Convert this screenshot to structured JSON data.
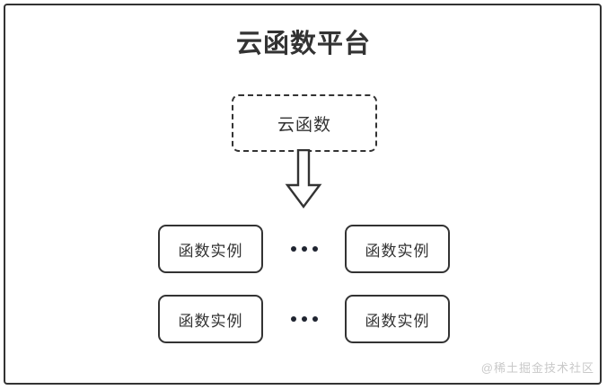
{
  "diagram": {
    "title": "云函数平台",
    "frame_border_color": "#333333",
    "background_color": "#ffffff",
    "cloud_function": {
      "label": "云函数",
      "border_style": "dashed"
    },
    "arrow": {
      "icon": "down-block-arrow",
      "direction": "down",
      "outline_color": "#333333"
    },
    "rows": [
      {
        "left_instance": "函数实例",
        "ellipsis": "•••",
        "right_instance": "函数实例"
      },
      {
        "left_instance": "函数实例",
        "ellipsis": "•••",
        "right_instance": "函数实例"
      }
    ],
    "watermark": "@稀土掘金技术社区"
  }
}
